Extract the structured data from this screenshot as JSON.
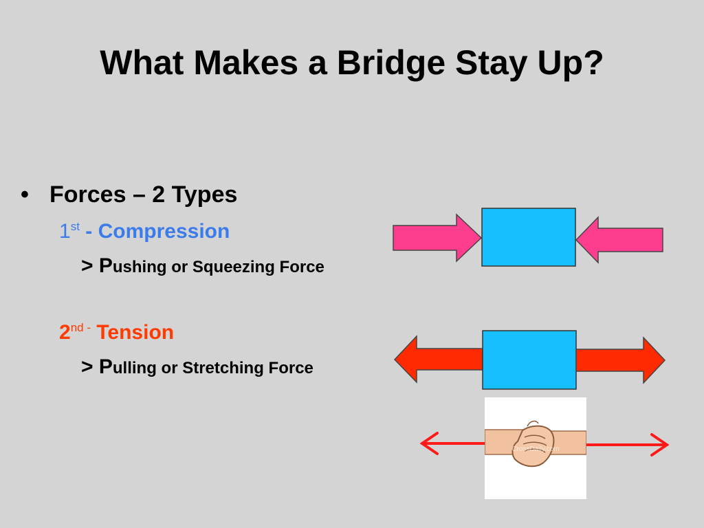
{
  "title": "What Makes a Bridge Stay Up?",
  "bullet": {
    "marker": "•",
    "text": "Forces – 2 Types"
  },
  "compression": {
    "number": "1",
    "suffix": "st",
    "separator": " - ",
    "label": "Compression",
    "desc_prefix": "> P",
    "desc_rest": "ushing or Squeezing Force"
  },
  "tension": {
    "number": "2",
    "suffix": "nd -",
    "label": " Tension",
    "desc_prefix": "> P",
    "desc_rest": "ulling or Stretching Force"
  },
  "handshake_watermark": "CrossDaily.com",
  "colors": {
    "background": "#d4d4d4",
    "compression_text": "#3b7bea",
    "tension_text": "#ff3b00",
    "pink_arrow": "#ff3d8e",
    "red_arrow": "#ff2a00",
    "block": "#16bfff",
    "thin_arrow": "#ff1a1a"
  }
}
